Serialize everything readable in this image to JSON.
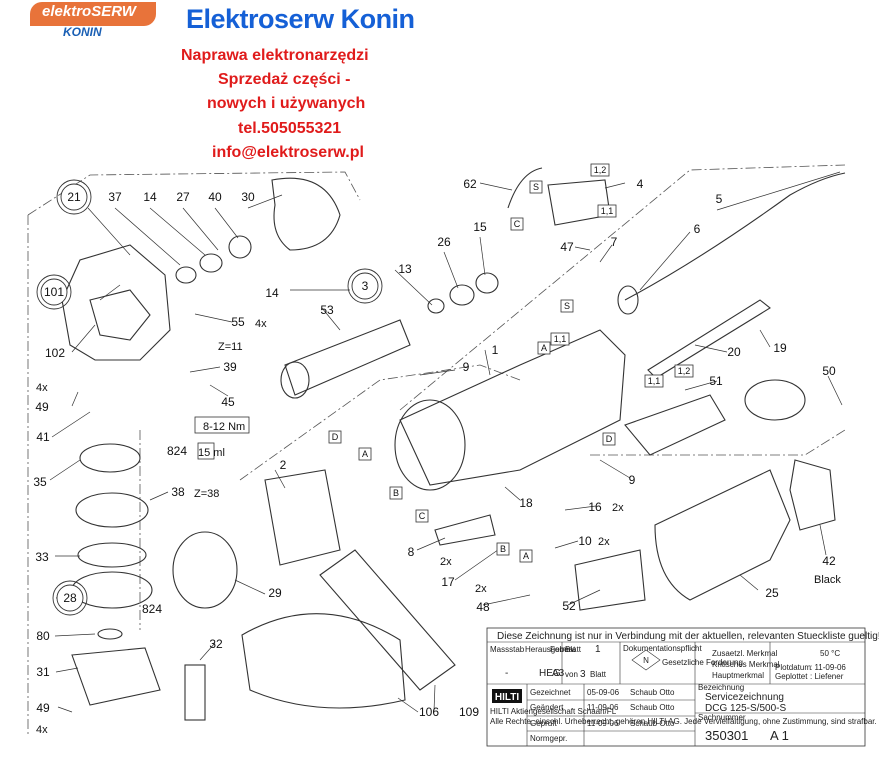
{
  "header": {
    "logo_text": "elektroSERW",
    "logo_sub": "KONIN",
    "title": "Elektroserw Konin",
    "lines": [
      "Naprawa elektronarzędzi",
      "Sprzedaż części -",
      "nowych i używanych",
      "tel.505055321",
      "info@elektroserw.pl"
    ]
  },
  "callouts": {
    "c21": "21",
    "c37": "37",
    "c14a": "14",
    "c27": "27",
    "c40": "40",
    "c30": "30",
    "c62": "62",
    "c4": "4",
    "c5": "5",
    "c101": "101",
    "c102": "102",
    "c14b": "14",
    "c3": "3",
    "c13": "13",
    "c26": "26",
    "c15": "15",
    "c47": "47",
    "c7": "7",
    "c6": "6",
    "c55": "55",
    "c53": "53",
    "c39": "39",
    "c1": "1",
    "c9a": "9",
    "c20": "20",
    "c19": "19",
    "c49a": "49",
    "c41": "41",
    "c45": "45",
    "c51": "51",
    "c50": "50",
    "c35": "35",
    "c2": "2",
    "c18": "18",
    "c9b": "9",
    "c38": "38",
    "c16": "16",
    "c10": "10",
    "c42": "42",
    "c33": "33",
    "c8": "8",
    "c17": "17",
    "c28": "28",
    "c29": "29",
    "c48": "48",
    "c25": "25",
    "c52": "52",
    "c80": "80",
    "c32": "32",
    "c31": "31",
    "c49b": "49",
    "c106": "106",
    "c109": "109",
    "c824a": "824",
    "c824b": "824"
  },
  "annotations": {
    "x4a": "4x",
    "x4b": "4x",
    "x4c": "4x",
    "z11": "Z=11",
    "z38": "Z=38",
    "nm": "8-12 Nm",
    "ml": "15 ml",
    "x2a": "2x",
    "x2b": "2x",
    "x2c": "2x",
    "x2d": "2x",
    "black": "Black",
    "tagS1": "S",
    "tagC1": "C",
    "tagS2": "S",
    "tag12a": "1,2",
    "tag11a": "1,1",
    "tag11b": "1,1",
    "tagA1": "A",
    "tag12b": "1,2",
    "tag11c": "1,1",
    "tagD1": "D",
    "tagA2": "A",
    "tagB1": "B",
    "tagC2": "C",
    "tagD2": "D",
    "tagB2": "B",
    "tagA3": "A"
  },
  "title_block": {
    "banner": "Diese Zeichnung ist nur in Verbindung mit der aktuellen, relevanten Stueckliste gueltig!",
    "massstab": "Massstab",
    "herausgeber": "Herausgeber",
    "format": "Format",
    "blatt": "Blatt",
    "blatt_no": "1",
    "von": "von",
    "von_no": "3",
    "blatt2": "Blatt",
    "heg": "HEG",
    "a3": "A3",
    "dash": "-",
    "dok": "Dokumentationspflicht",
    "n": "N",
    "gesetz": "Gesetzliche Forderung",
    "zus": "Zusaetzl. Merkmal",
    "krit": "Kritisches Merkmal",
    "haupt": "Hauptmerkmal",
    "fehler": "50 °C",
    "plotdatum": "Plotdatum",
    ": plot": ": 11-09-06",
    "geplottet": "Geplottet",
    ": by": ": Liefener",
    "hilti": "HILTI",
    "ag": "HILTI Aktiengesellschaft Schaan/FL",
    "rights": "Alle Rechte, einschl. Urheberrecht, gehören HILTI AG. Jede Vervielfältigung, ohne Zustimmung, sind strafbar.",
    "gezeichnet": "Gezeichnet",
    "g_date": "05-09-06",
    "g_name": "Schaub Otto",
    "geaendert": "Geändert",
    "ge_date": "11-09-06",
    "ge_name": "Schaub Otto",
    "geprueft": "Geprüft",
    "gp_date": "11-09-06",
    "gp_name": "Schaub Otto",
    "normgepr": "Normgepr.",
    "bez_label": "Bezeichnung",
    "bez1": "Servicezeichnung",
    "bez2": "DCG 125-S/500-S",
    "sach_label": "Sachnummer",
    "sach": "350301",
    "rev": "A 1"
  },
  "colors": {
    "logo": "#e8733a",
    "title": "#1560d6",
    "red": "#e01b1b"
  }
}
